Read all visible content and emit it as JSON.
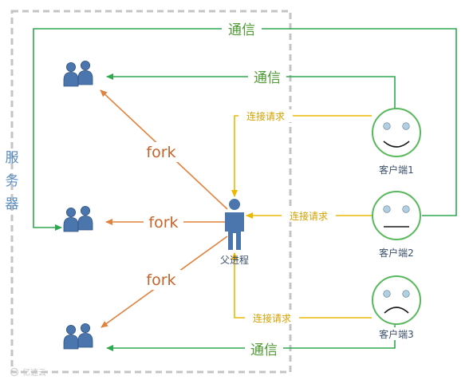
{
  "server_label": [
    "服",
    "务",
    "器"
  ],
  "edges": {
    "comm_top": "通信",
    "comm_client1": "通信",
    "comm_client3": "通信",
    "connect_client1": "连接请求",
    "connect_client2": "连接请求",
    "connect_client3": "连接请求",
    "fork_top": "fork",
    "fork_middle": "fork",
    "fork_bottom": "fork"
  },
  "nodes": {
    "parent": "父进程",
    "client1": "客户端1",
    "client2": "客户端2",
    "client3": "客户端3"
  },
  "colors": {
    "communication": "#2fa84f",
    "connect_request": "#ecb800",
    "fork": "#e0823d",
    "person": "#4a76ad",
    "client_face": "#58b85c",
    "server_border": "#c4c4c4"
  },
  "icons": {
    "child_process": "user-group-icon",
    "parent_process": "person-icon",
    "client1": "smiley-face-icon",
    "client2": "neutral-face-icon",
    "client3": "sad-face-icon"
  },
  "watermark": "亿速云"
}
